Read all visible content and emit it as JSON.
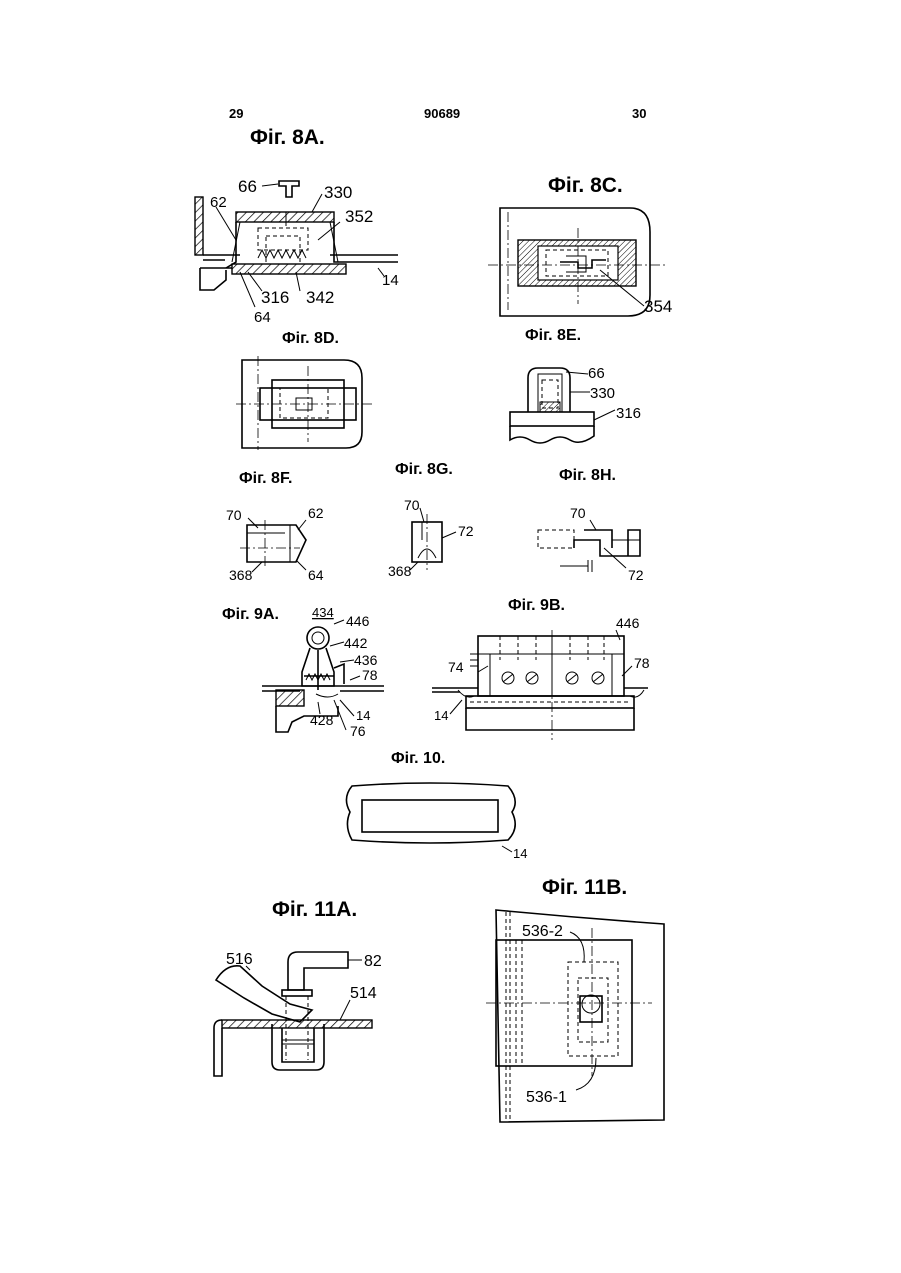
{
  "header": {
    "page_left": "29",
    "patent_number": "90689",
    "page_right": "30"
  },
  "figures": {
    "fig_8a": {
      "title": "Фіг. 8А.",
      "labels": [
        "66",
        "330",
        "62",
        "352",
        "14",
        "316",
        "342",
        "64"
      ]
    },
    "fig_8c": {
      "title": "Фіг. 8С.",
      "labels": [
        "354"
      ]
    },
    "fig_8d": {
      "title": "Фіг. 8D."
    },
    "fig_8e": {
      "title": "Фіг. 8Е.",
      "labels": [
        "66",
        "330",
        "316"
      ]
    },
    "fig_8f": {
      "title": "Фіг. 8F.",
      "labels": [
        "70",
        "62",
        "368",
        "64"
      ]
    },
    "fig_8g": {
      "title": "Фіг. 8G.",
      "labels": [
        "70",
        "72",
        "368"
      ]
    },
    "fig_8h": {
      "title": "Фіг. 8Н.",
      "labels": [
        "70",
        "72"
      ]
    },
    "fig_9a": {
      "title": "Фіг. 9А.",
      "labels": [
        "434",
        "446",
        "442",
        "436",
        "78",
        "14",
        "428",
        "76"
      ]
    },
    "fig_9b": {
      "title": "Фіг. 9В.",
      "labels": [
        "446",
        "74",
        "78",
        "14"
      ]
    },
    "fig_10": {
      "title": "Фіг. 10.",
      "labels": [
        "14"
      ]
    },
    "fig_11a": {
      "title": "Фіг. 11А.",
      "labels": [
        "516",
        "82",
        "514"
      ]
    },
    "fig_11b": {
      "title": "Фіг. 11В.",
      "labels": [
        "536-2",
        "536-1"
      ]
    }
  }
}
